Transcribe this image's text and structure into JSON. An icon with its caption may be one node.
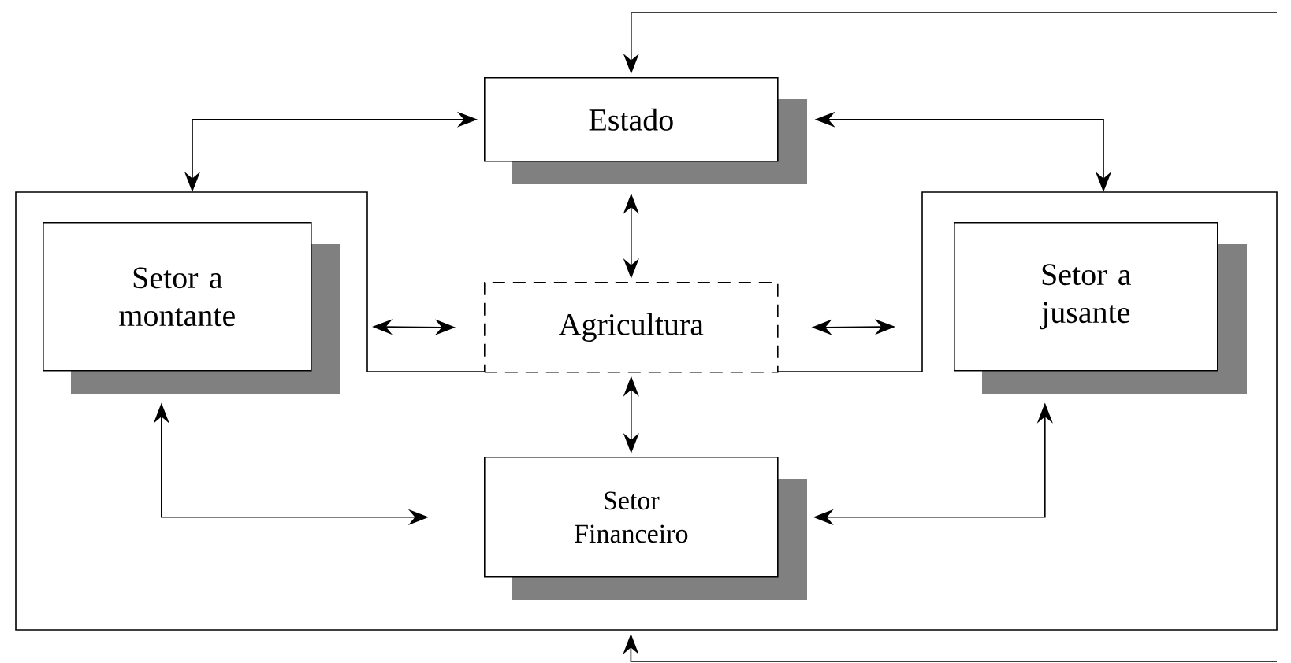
{
  "diagram": {
    "nodes": [
      {
        "text": [
          "Estado"
        ]
      },
      {
        "text": [],
        "shape": "box"
      },
      {
        "text": [
          "Setor a montante"
        ],
        "in": 1
      },
      {
        "text": [
          "Agricultura"
        ]
      },
      {
        "text": [
          "Setor a jusante"
        ],
        "in": 1
      },
      {
        "text": [
          "Setor Financeiro"
        ],
        "in": 1
      }
    ],
    "edges": [
      {
        "from": 0,
        "to": 1,
        "arrow": "both"
      },
      {
        "from": 0,
        "to": 1,
        "arrow": "both"
      },
      {
        "from": 0,
        "to": 3,
        "arrow": "both"
      },
      {
        "from": 1,
        "to": 3,
        "arrow": "both"
      },
      {
        "from": 3,
        "to": 1,
        "arrow": "both"
      },
      {
        "from": 3,
        "to": 5,
        "arrow": "both"
      },
      {
        "from": 2,
        "to": 5,
        "arrow": "both"
      },
      {
        "from": 4,
        "to": 5,
        "arrow": "both"
      },
      {
        "from": null,
        "to": 0,
        "arrow": "to"
      },
      {
        "from": null,
        "to": 1,
        "arrow": "to"
      }
    ]
  }
}
